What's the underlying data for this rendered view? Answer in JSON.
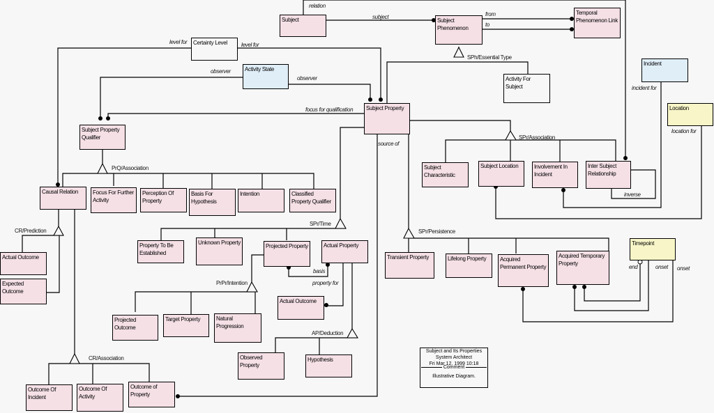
{
  "diagram": {
    "title": "Subject and Its Properties",
    "entities": {
      "subject": "Subject",
      "subject_phenomenon": "Subject Phenomenon",
      "temporal_phenomenon_link": "Temporal Phenomenon Link",
      "certainty_level": "Certainty Level",
      "activity_state": "Activity State",
      "activity_for_subject": "Activity For Subject",
      "incident": "Incident",
      "location": "Location",
      "subject_property": "Subject Property",
      "subject_property_qualifier": "Subject Property Qualifier",
      "causal_relation": "Causal Relation",
      "focus_for_further_activity": "Focus For Further Activity",
      "perception_of_property": "Perception Of Property",
      "basis_for_hypothesis": "Basis For Hypothesis",
      "intention": "Intention",
      "classified_property_qualifier": "Classified Property Qualifier",
      "actual_outcome_left": "Actual Outcome",
      "expected_outcome": "Expected Outcome",
      "subject_characteristic": "Subject Characteristic",
      "subject_location": "Subject Location",
      "involvement_in_incident": "Involvement In Incident",
      "inter_subject_relationship": "Inter Subject Relationship",
      "property_to_be_established": "Property To Be Established",
      "unknown_property": "Unknown Property",
      "projected_property": "Projected Property",
      "actual_property": "Actual Property",
      "actual_outcome_mid": "Actual Outcome",
      "projected_outcome": "Projected Outcome",
      "target_property": "Target Property",
      "natural_progression": "Natural Progression",
      "observed_property": "Observed Property",
      "hypothesis": "Hypothesis",
      "transient_property": "Transient Property",
      "lifelong_property": "Lifelong Property",
      "acquired_permanent_property": "Acquired Permanent Property",
      "acquired_temporary_property": "Acquired Temporary Property",
      "timepoint": "Timepoint",
      "outcome_of_incident": "Outcome Of Incident",
      "outcome_of_activity": "Outcome Of Activity",
      "outcome_of_property": "Outcome of Property"
    },
    "relation_labels": {
      "relation": "relation",
      "subject": "subject",
      "from": "from",
      "to": "to",
      "level_for_left": "level for",
      "level_for_right": "level for",
      "observer_left": "observer",
      "observer_right": "observer",
      "focus_for_qualification": "focus for qualification",
      "source_of": "source of",
      "incident_for": "incident for",
      "location_for": "location for",
      "inverse": "inverse",
      "basis": "basis",
      "property_for": "property for",
      "end": "end",
      "onset_1": "onset",
      "onset_2": "onset"
    },
    "generalizations": {
      "spn_essential_type": "SPh/Essential Type",
      "spr_association": "SPr/Association",
      "prq_association": "PrQ/Association",
      "cr_prediction": "CR/Prediction",
      "spr_time": "SPr/Time",
      "prpr_intention": "PrPr/Intention",
      "ap_deduction": "AP/Deduction",
      "spr_persistence": "SPr/Persistence",
      "cr_association": "CR/Association"
    },
    "note": {
      "line1": "Subject and Its Properties",
      "line2": "System Architect",
      "line3": "Fri Mar 12, 1999  10:18",
      "comment_header": "Comment",
      "comment": "Illustrative Diagram."
    }
  }
}
